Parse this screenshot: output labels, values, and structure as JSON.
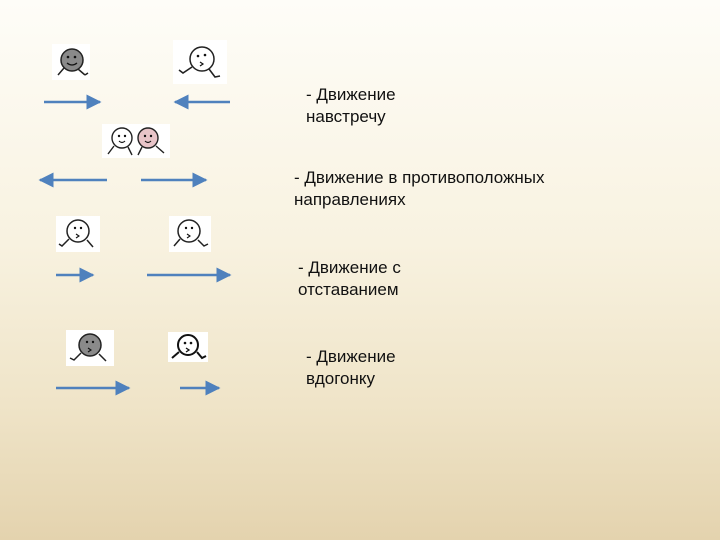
{
  "rows": [
    {
      "caption_line1": "- Движение",
      "caption_line2": "навстречу"
    },
    {
      "caption_line1": "- Движение в  противоположных",
      "caption_line2": "направлениях"
    },
    {
      "caption_line1": "- Движение  с",
      "caption_line2": "отставанием"
    },
    {
      "caption_line1": "- Движение",
      "caption_line2": "вдогонку"
    }
  ],
  "colors": {
    "arrow": "#4f81bd",
    "figure_gray": "#8a8a8a",
    "figure_pink": "#e8c4c8",
    "figure_outline": "#222222"
  },
  "icons": {
    "figure": "running-figure-icon",
    "arrow_right": "arrow-right-icon",
    "arrow_left": "arrow-left-icon"
  }
}
